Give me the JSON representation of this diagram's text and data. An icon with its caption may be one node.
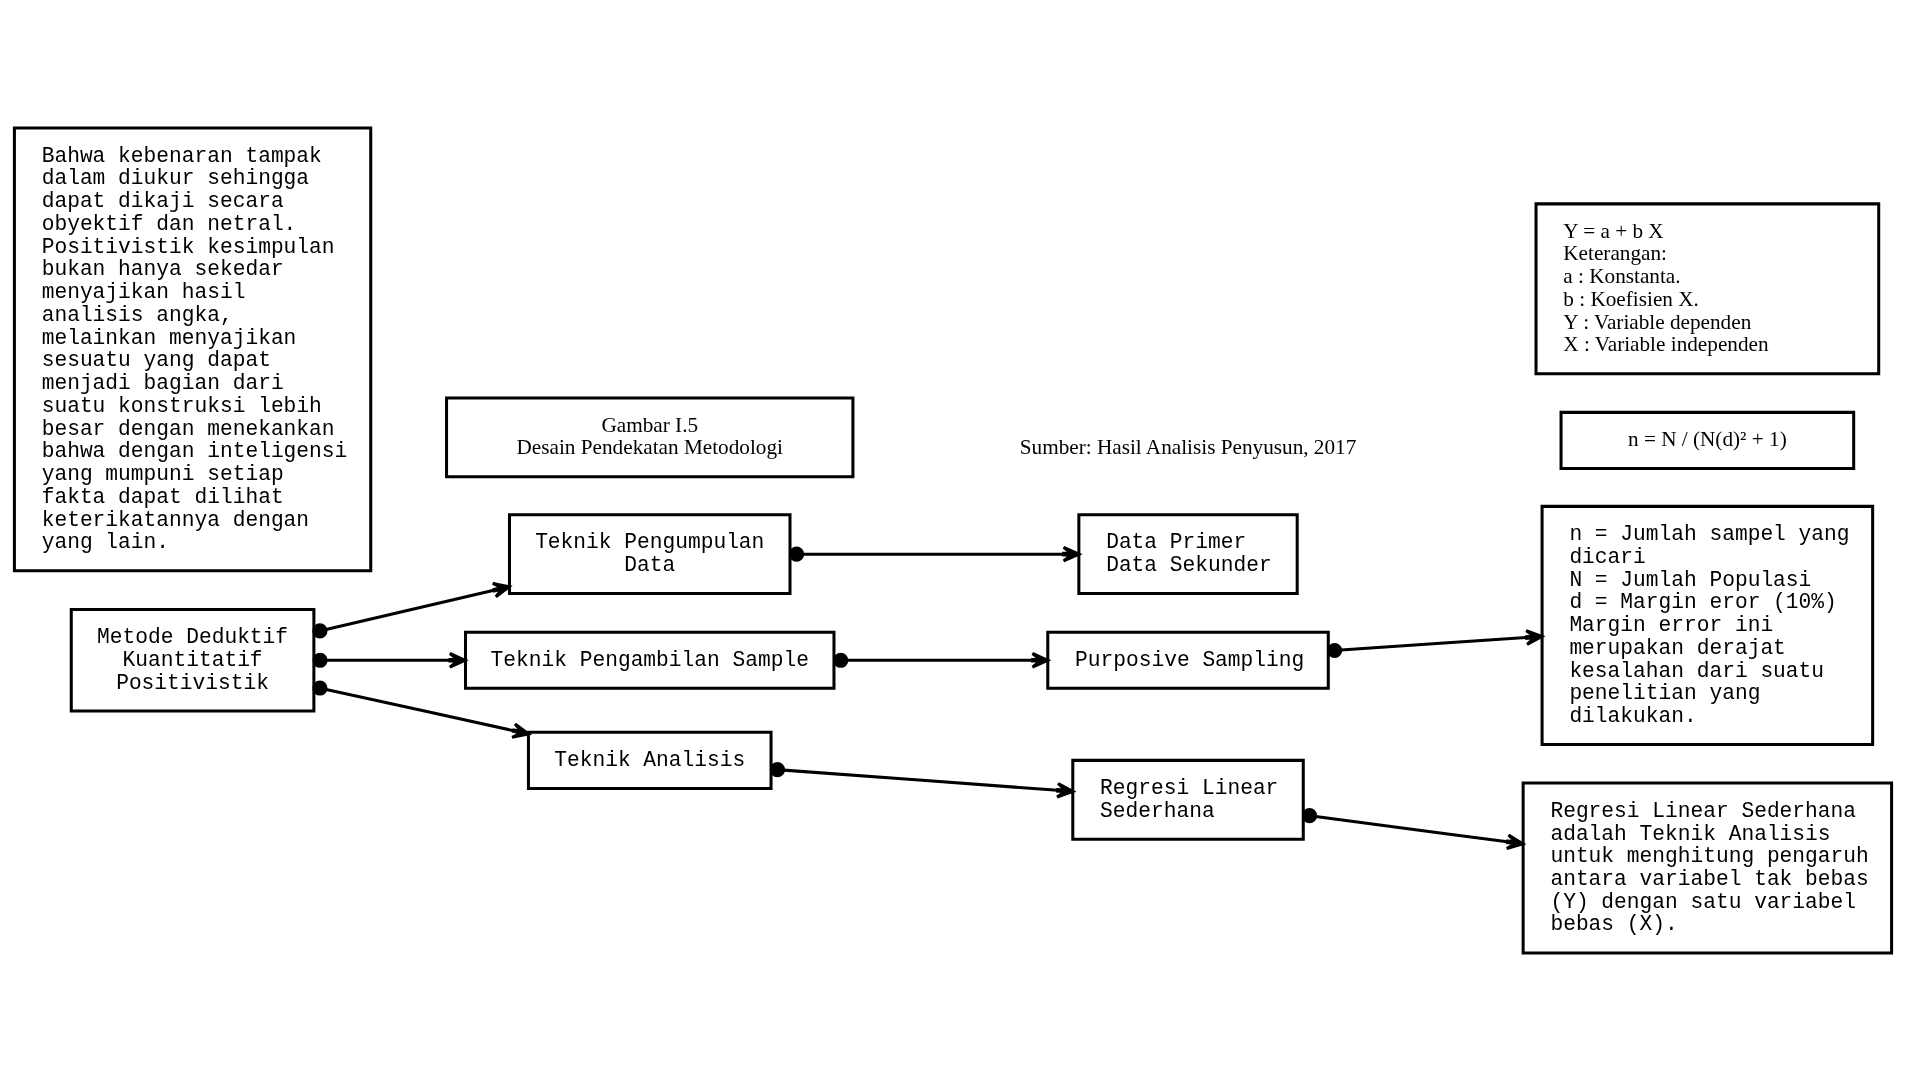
{
  "diagram": {
    "nodes": [
      {
        "text": [
          "Metode Deduktif Kuantitatif Positivistik"
        ]
      },
      {
        "text": [
          "Bahwa kebenaran tampak dalam diukur sehingga dapat dikaji secara obyektif dan netral. Positivistik kesimpulan bukan hanya sekedar menyajikan hasil analisis angka, melainkan menyajikan sesuatu yang dapat menjadi bagian dari suatu konstruksi lebih besar dengan menekankan bahwa dengan inteligensi yang mumpuni setiap fakta dapat dilihat keterikatannya dengan yang lain."
        ]
      },
      {
        "text": [
          "Teknik Pengumpulan Data"
        ]
      },
      {
        "text": [
          "Data Primer",
          "Data Sekunder"
        ]
      },
      {
        "text": [
          "Teknik Pengambilan Sample"
        ]
      },
      {
        "text": [
          "Purposive Sampling"
        ]
      },
      {
        "text": [
          "n = Jumlah sampel yang dicari",
          "N = Jumlah Populasi",
          "d = Margin eror (10%)",
          "Margin error ini merupakan derajat kesalahan dari suatu penelitian yang dilakukan."
        ]
      },
      {
        "text": [
          "n = N / (N(d)² + 1)"
        ]
      },
      {
        "text": [
          "Teknik Analisis"
        ]
      },
      {
        "text": [
          "Regresi Linear Sederhana"
        ]
      },
      {
        "text": [
          "Regresi Linear Sederhana adalah Teknik Analisis untuk menghitung pengaruh antara variabel tak bebas (Y) dengan satu variabel bebas (X)."
        ]
      },
      {
        "text": [
          "Y = a + b X",
          "Keterangan:",
          "a : Konstanta.",
          "b : Koefisien X.",
          "Y : Variable dependen",
          "X : Variable independen"
        ]
      },
      {
        "text": [
          "Gambar I.5",
          "Desain Pendekatan Metodologi"
        ]
      }
    ],
    "edges": [
      {
        "from": 0,
        "to": 2,
        "arrow": "to"
      },
      {
        "from": 0,
        "to": 4,
        "arrow": "to"
      },
      {
        "from": 0,
        "to": 8,
        "arrow": "to"
      },
      {
        "from": 2,
        "to": 3,
        "arrow": "to"
      },
      {
        "from": 4,
        "to": 5,
        "arrow": "to"
      },
      {
        "from": 5,
        "to": 6,
        "arrow": "to"
      },
      {
        "from": 8,
        "to": 9,
        "arrow": "to"
      },
      {
        "from": 9,
        "to": 10,
        "arrow": "to"
      }
    ],
    "labels": [
      "Sumber: Hasil Analisis Penyusun, 2017"
    ]
  }
}
